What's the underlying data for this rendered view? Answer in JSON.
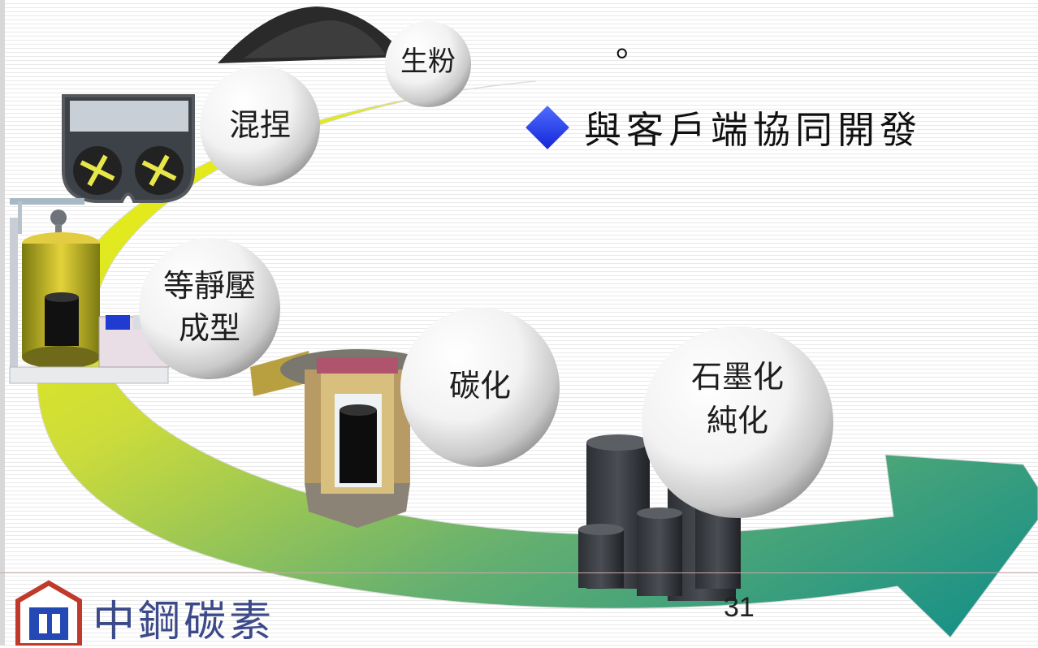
{
  "header": {
    "period": "。",
    "bullet_text": "與客戶端協同開發"
  },
  "process_steps": [
    {
      "id": "raw-powder",
      "label": "生粉"
    },
    {
      "id": "mixing",
      "label": "混捏"
    },
    {
      "id": "isostatic-pressing",
      "line1": "等靜壓",
      "line2": "成型"
    },
    {
      "id": "carbonization",
      "label": "碳化"
    },
    {
      "id": "graphitization",
      "line1": "石墨化",
      "line2": "純化"
    }
  ],
  "footer": {
    "company_name": "中鋼碳素",
    "page_number": "31"
  },
  "colors": {
    "accent_bullet": "#2337e8",
    "arrow_top": "#f4f500",
    "arrow_bottom": "#128f8a"
  }
}
